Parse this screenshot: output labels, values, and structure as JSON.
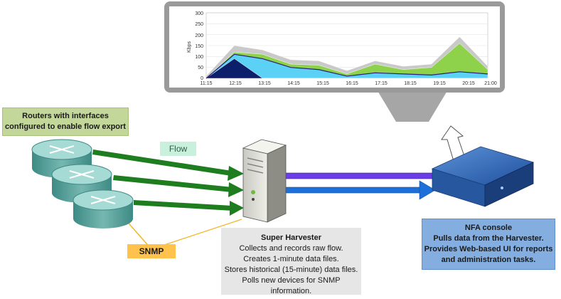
{
  "chart": {
    "y_axis_label": "Kbps",
    "y_ticks": [
      "300",
      "250",
      "200",
      "150",
      "100",
      "50",
      "0"
    ],
    "x_ticks": [
      "11:15",
      "12:15",
      "13:15",
      "14:15",
      "15:15",
      "16:15",
      "17:15",
      "18:15",
      "19:15",
      "20:15",
      "21:00"
    ]
  },
  "labels": {
    "routers": "Routers with interfaces configured to enable flow export",
    "flow": "Flow",
    "snmp": "SNMP"
  },
  "super_harvester": {
    "title": "Super Harvester",
    "lines": [
      "Collects and records raw flow.",
      "Creates 1-minute data files.",
      "Stores historical (15-minute) data files.",
      "Polls new devices for SNMP information."
    ]
  },
  "nfa_console": {
    "title": "NFA console",
    "lines": [
      "Pulls data from the Harvester.",
      "Provides Web-based UI for reports",
      "and administration tasks."
    ]
  },
  "colors": {
    "flow_arrow": "#1e7d1e",
    "blue_arrow": "#1f6fd8",
    "purple_arrow": "#6a3de6",
    "snmp_line": "#f2b82e",
    "monitor_frame": "#9a9a9a"
  },
  "chart_data": {
    "type": "area",
    "xlabel": "",
    "ylabel": "Kbps",
    "ylim": [
      0,
      300
    ],
    "x": [
      "11:15",
      "12:15",
      "13:15",
      "14:15",
      "15:15",
      "16:15",
      "17:15",
      "18:15",
      "19:15",
      "20:15",
      "21:00"
    ],
    "series": [
      {
        "values": [
          0,
          90,
          0,
          0,
          0,
          0,
          0,
          0,
          0,
          0,
          0
        ]
      },
      {
        "values": [
          0,
          20,
          90,
          50,
          40,
          10,
          25,
          20,
          15,
          30,
          20
        ]
      },
      {
        "values": [
          0,
          10,
          20,
          15,
          20,
          10,
          40,
          20,
          35,
          130,
          20
        ]
      },
      {
        "values": [
          10,
          30,
          20,
          20,
          20,
          15,
          15,
          15,
          15,
          30,
          15
        ]
      }
    ]
  }
}
